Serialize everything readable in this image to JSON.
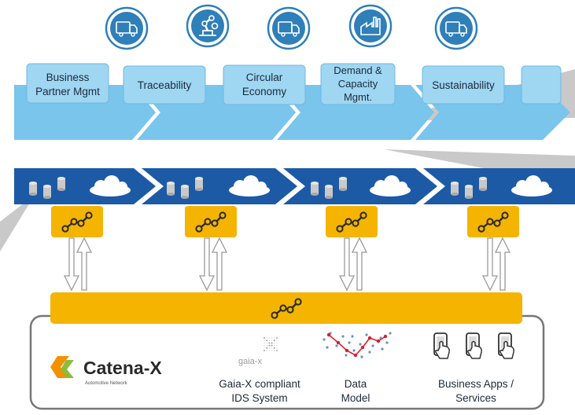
{
  "colors": {
    "icon_circle": "#2f7fb8",
    "use_case_box": "#9fd6f2",
    "process_arrow": "#79c5ec",
    "data_chevron": "#1d5aa6",
    "connector": "#f4b400",
    "connector_icon": "#2b2b2b",
    "gray_beam": "#c8c8c8",
    "catena_orange": "#f39200",
    "catena_green": "#8dbb3c",
    "data_model_red": "#d9202c"
  },
  "top_icons": [
    "truck-icon",
    "robot-arm-icon",
    "truck-icon",
    "factory-icon",
    "truck-icon"
  ],
  "use_cases": [
    {
      "line1": "Business",
      "line2": "Partner Mgmt",
      "line3": ""
    },
    {
      "line1": "Traceability",
      "line2": "",
      "line3": ""
    },
    {
      "line1": "Circular",
      "line2": "Economy",
      "line3": ""
    },
    {
      "line1": "Demand &",
      "line2": "Capacity",
      "line3": "Mgmt."
    },
    {
      "line1": "Sustainability",
      "line2": "",
      "line3": ""
    },
    {
      "line1": "",
      "line2": "",
      "line3": ""
    }
  ],
  "platform": {
    "catena_name": "Catena-X",
    "catena_sub": "Automotive Network",
    "gaia_logo_text": "gaia-x",
    "gaia_line1": "Gaia-X compliant",
    "gaia_line2": "IDS System",
    "data_line1": "Data",
    "data_line2": "Model",
    "apps_line1": "Business Apps /",
    "apps_line2": "Services"
  }
}
